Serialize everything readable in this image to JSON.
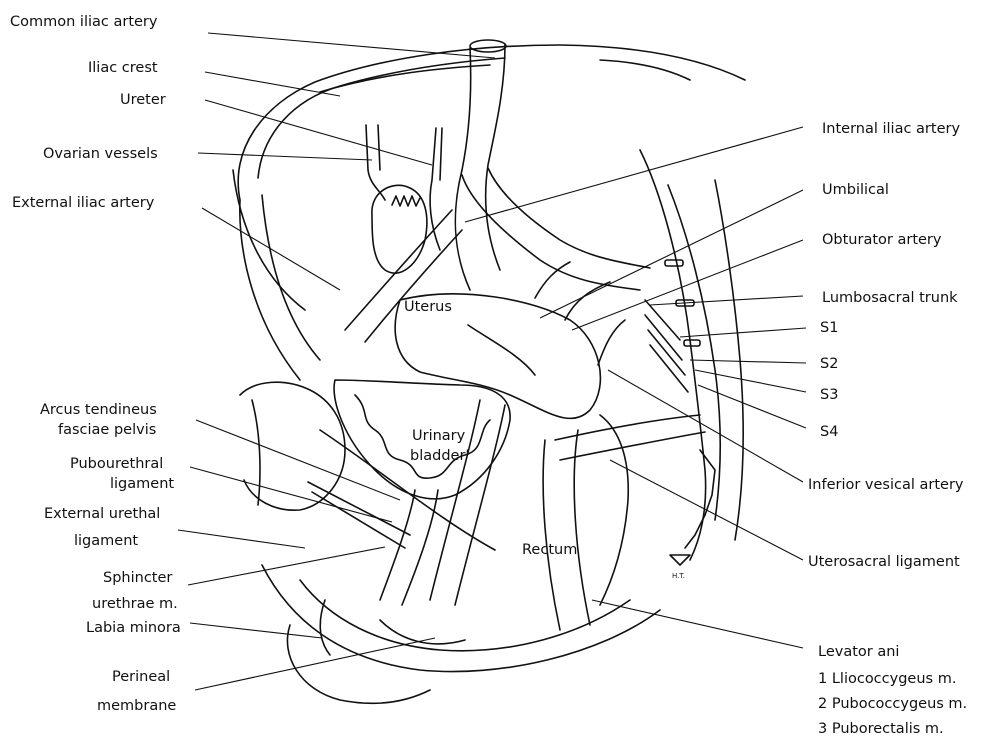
{
  "labels_left": {
    "common_iliac_artery": "Common iliac artery",
    "iliac_crest": "Iliac crest",
    "ureter": "Ureter",
    "ovarian_vessels": "Ovarian vessels",
    "external_iliac_artery": "External iliac artery",
    "arcus_tendineus_1": "Arcus tendineus",
    "arcus_tendineus_2": "fasciae pelvis",
    "pubourethral_1": "Pubourethral",
    "pubourethral_2": "ligament",
    "external_urethal_1": "External urethal",
    "external_urethal_2": "ligament",
    "sphincter_1": "Sphincter",
    "sphincter_2": "urethrae m.",
    "labia_minora": "Labia minora",
    "perineal_1": "Perineal",
    "perineal_2": "membrane"
  },
  "labels_right": {
    "internal_iliac_artery": "Internal iliac artery",
    "umbilical": "Umbilical",
    "obturator_artery": "Obturator artery",
    "lumbosacral_trunk": "Lumbosacral trunk",
    "s1": "S1",
    "s2": "S2",
    "s3": "S3",
    "s4": "S4",
    "inferior_vesical_artery": "Inferior vesical artery",
    "uterosacral_ligament": "Uterosacral ligament",
    "levator_ani": "Levator ani",
    "levator_1": "1 Lliococcygeus m.",
    "levator_2": "2 Pubococcygeus m.",
    "levator_3": "3 Puborectalis m."
  },
  "labels_inner": {
    "uterus": "Uterus",
    "urinary_1": "Urinary",
    "urinary_2": "bladder'",
    "rectum": "Rectum",
    "signature": "H.T."
  }
}
